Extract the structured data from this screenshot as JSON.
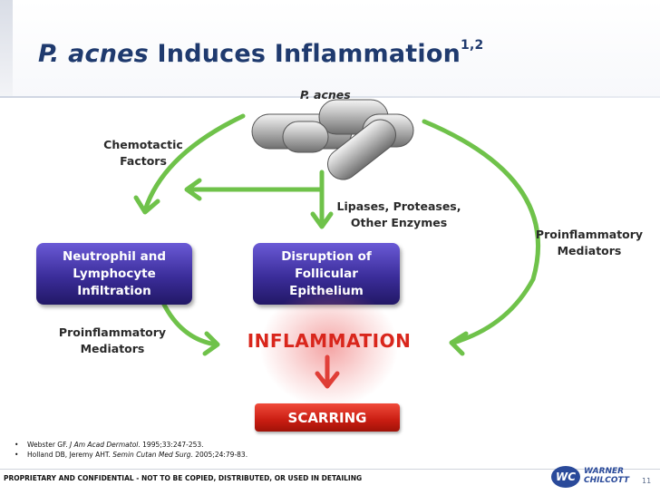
{
  "slide": {
    "title_italic": "P. acnes",
    "title_rest": " Induces Inflammation",
    "title_superscript": "1,2"
  },
  "diagram": {
    "bacteria_label": "P. acnes",
    "chemotactic_label_line1": "Chemotactic",
    "chemotactic_label_line2": "Factors",
    "enzymes_label_line1": "Lipases, Proteases,",
    "enzymes_label_line2": "Other Enzymes",
    "proinflammatory_right_line1": "Proinflammatory",
    "proinflammatory_right_line2": "Mediators",
    "proinflammatory_left_line1": "Proinflammatory",
    "proinflammatory_left_line2": "Mediators",
    "neutrophil_box_line1": "Neutrophil and",
    "neutrophil_box_line2": "Lymphocyte",
    "neutrophil_box_line3": "Infiltration",
    "disruption_box_line1": "Disruption of",
    "disruption_box_line2": "Follicular",
    "disruption_box_line3": "Epithelium",
    "inflammation_label": "INFLAMMATION",
    "scarring_label": "SCARRING"
  },
  "colors": {
    "arrow_green": "#6fc24a",
    "inflammation_red": "#d9261c",
    "title_blue": "#1f3a6e",
    "box_purple": "#3b2d9a"
  },
  "references": [
    {
      "authors": "Webster GF. ",
      "journal": "J Am Acad Dermatol",
      "details": ". 1995;33:247-253."
    },
    {
      "authors": "Holland DB, Jeremy AHT. ",
      "journal": "Semin Cutan Med Surg",
      "details": ". 2005;24:79-83."
    }
  ],
  "footer": {
    "confidential": "PROPRIETARY AND CONFIDENTIAL - NOT TO BE COPIED, DISTRIBUTED, OR USED IN DETAILING",
    "logo_initials": "WC",
    "logo_line1": "WARNER",
    "logo_line2": "CHILCOTT",
    "page_number": "11"
  }
}
